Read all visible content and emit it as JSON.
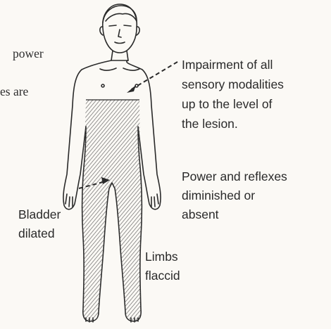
{
  "colors": {
    "background": "#fbf9f5",
    "ink": "#2a2a2a",
    "hatching": "#555555"
  },
  "diagram": {
    "cutoff_text": {
      "line1": "power",
      "line2": "es are"
    },
    "labels": {
      "sensory": "Impairment of all\nsensory modalities\nup to the level of\nthe lesion.",
      "power": "Power and reflexes\ndiminished or\nabsent",
      "bladder": "Bladder\ndilated",
      "limbs": "Limbs\nflaccid"
    }
  }
}
